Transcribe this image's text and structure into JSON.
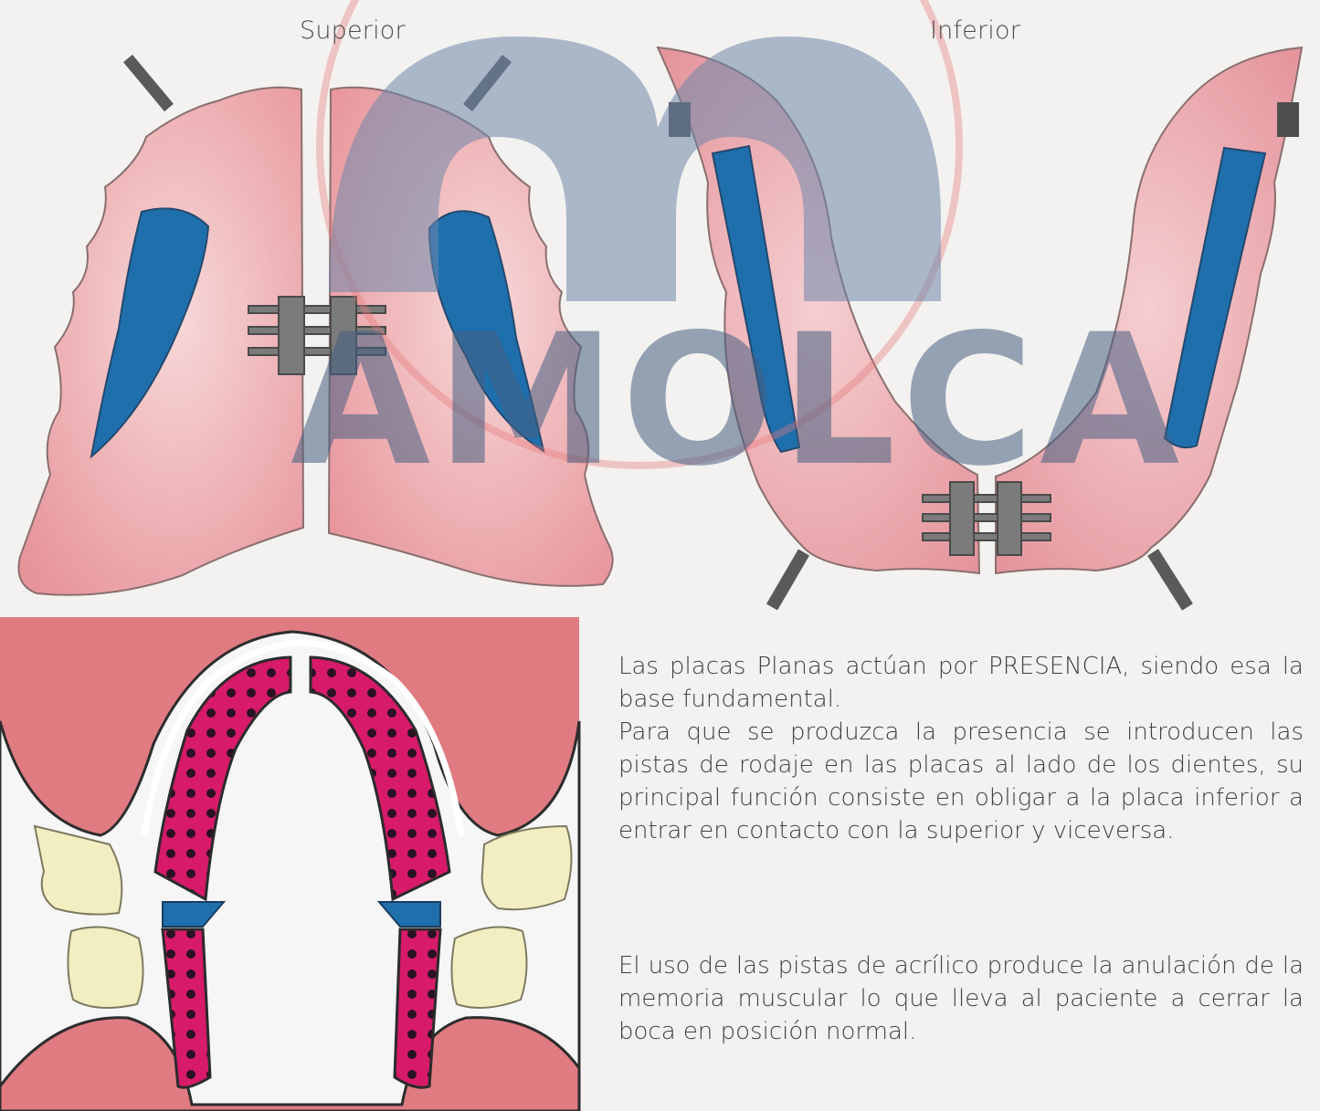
{
  "labels": {
    "superior": "Superior",
    "inferior": "Inferior"
  },
  "watermark": {
    "text": "AMOLCA",
    "color": "#6d86a8",
    "ring_color": "#e89a9a"
  },
  "paragraphs": {
    "p1_line1": "Las placas Planas actúan por PRESENCIA, siendo esa la base fundamental.",
    "p1_line2": "Para que se produzca la presencia se introducen las pistas de rodaje en las placas al lado de los dientes, su principal función consiste en obligar a la placa inferior a entrar en contacto con la superior y viceversa.",
    "p2": "El uso de las pistas de acrílico produce la anulación de la memoria muscular lo que lleva al paciente a cerrar la boca en posición normal."
  },
  "colors": {
    "background": "#f3f2f0",
    "acrylic_pink": "#e8a0a6",
    "track_blue": "#1f6fad",
    "screw_gray": "#6b6b6b",
    "gum_red": "#de7880",
    "dotted_magenta": "#e0176f",
    "tooth_cream": "#f3eec1"
  }
}
